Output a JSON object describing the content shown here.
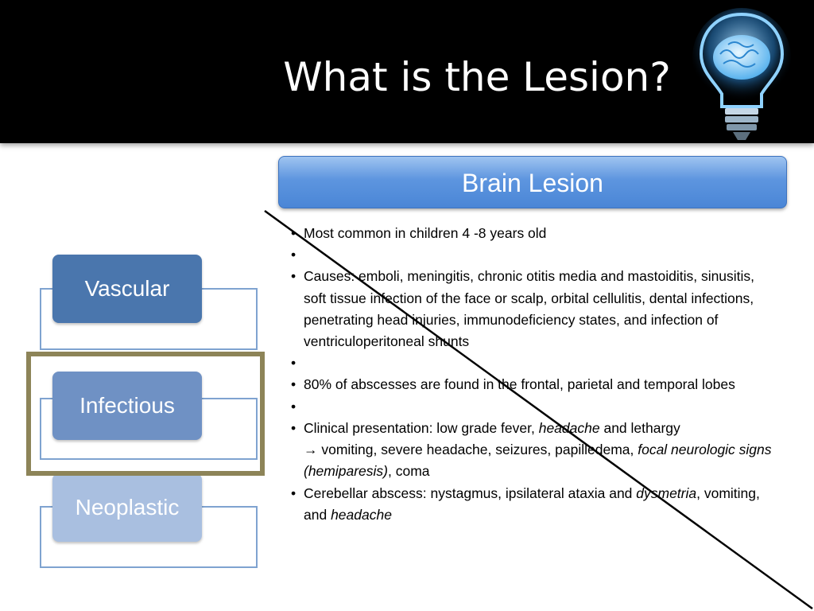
{
  "slide": {
    "title": "What is the Lesion?",
    "banner": "Brain Lesion"
  },
  "bullets": {
    "b1": "Most common in children 4 -8 years old",
    "b2": "Causes: emboli, meningitis, chronic otitis media and mastoiditis, sinusitis, soft tissue infection of the face or scalp, orbital cellulitis, dental infections, penetrating head injuries, immunodeficiency states, and infection of ventriculoperitoneal shunts",
    "b3": "80% of abscesses are found in the frontal, parietal and temporal lobes",
    "b4_a": "Clinical presentation: low grade fever, ",
    "b4_b": "headache",
    "b4_c": " and lethargy",
    "b4_arrow": "→",
    "b4_d": " vomiting, severe headache, seizures, papilledema, ",
    "b4_e": "focal neurologic signs (hemiparesis)",
    "b4_f": ", coma",
    "b5_a": "Cerebellar abscess: nystagmus, ipsilateral ataxia and ",
    "b5_b": "dysmetria",
    "b5_c": ", vomiting, and ",
    "b5_d": "headache"
  },
  "categories": {
    "vascular": "Vascular",
    "infectious": "Infectious",
    "neoplastic": "Neoplastic"
  },
  "colors": {
    "vascular": "#4a76ad",
    "infectious": "#6f91c4",
    "neoplastic": "#a9bfe0",
    "highlight": "#8d8458",
    "banner": "#5d95df"
  },
  "icons": {
    "bulb": "lightbulb-brain-icon"
  }
}
